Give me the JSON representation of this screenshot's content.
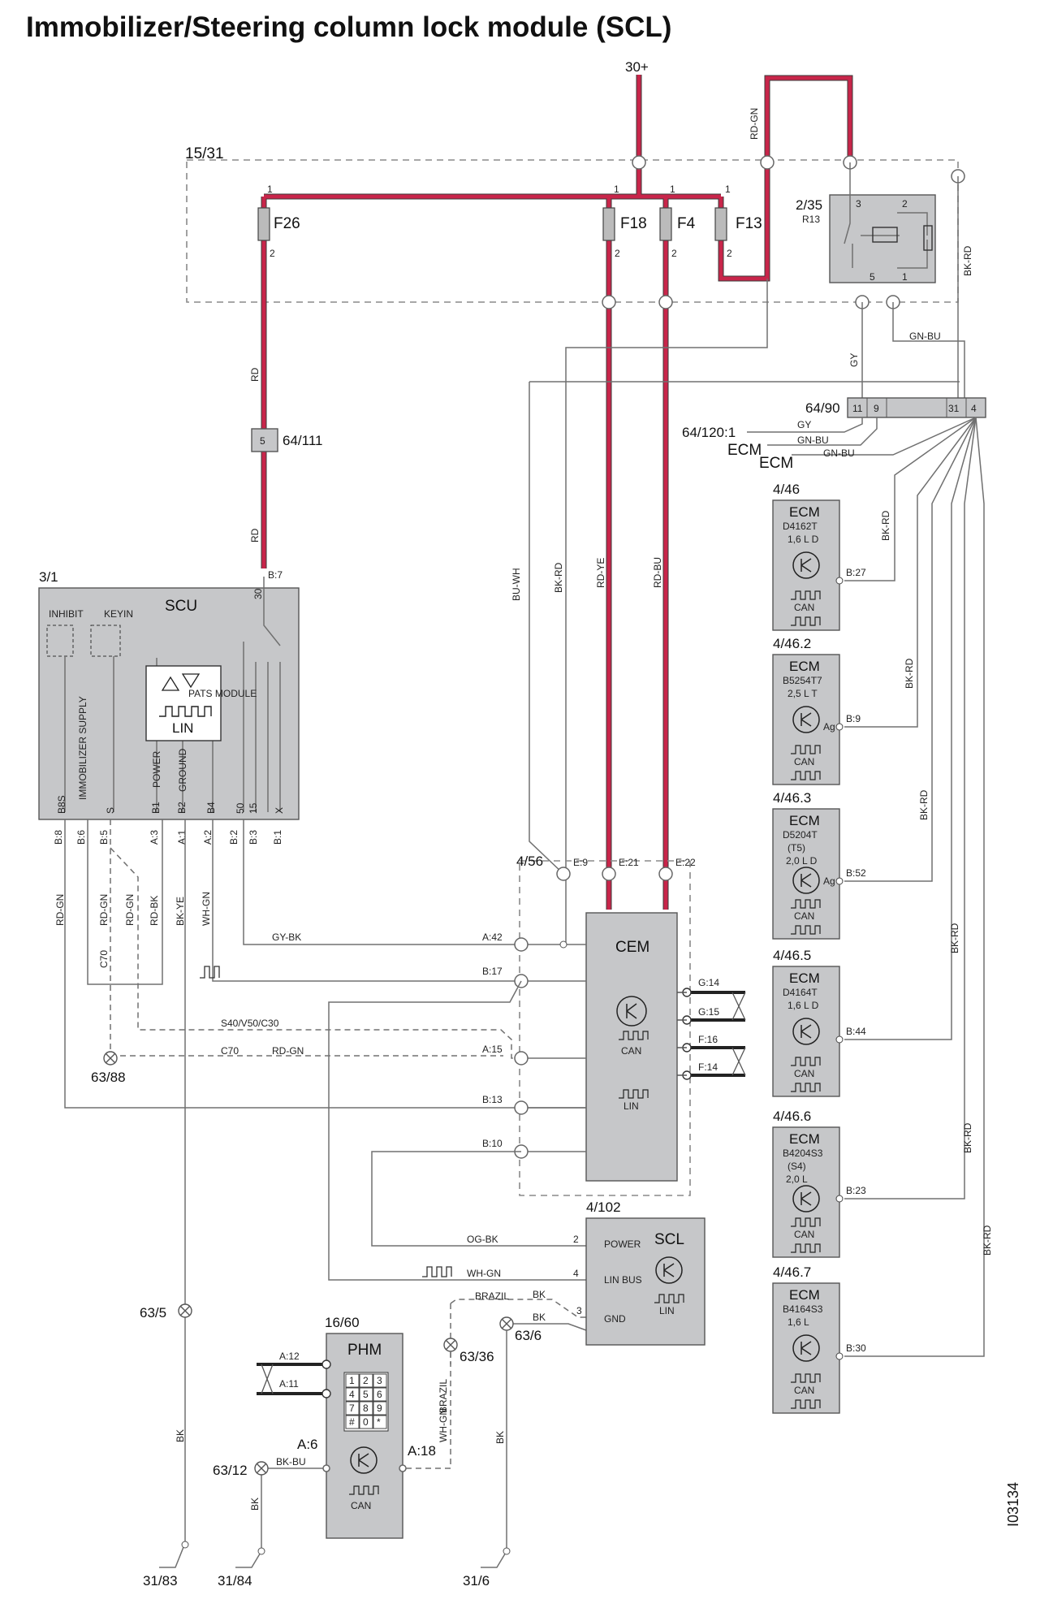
{
  "title": "Immobilizer/Steering column lock module (SCL)",
  "doc_ref": "I03134",
  "supply": {
    "b30": "30+",
    "b1531": "15/31"
  },
  "fuses": [
    {
      "name": "F26",
      "pin_in": "1",
      "pin_out": "2"
    },
    {
      "name": "F18",
      "pin_in": "1",
      "pin_out": "2"
    },
    {
      "name": "F4",
      "pin_in": "1",
      "pin_out": "2"
    },
    {
      "name": "F13",
      "pin_in": "1",
      "pin_out": "2"
    }
  ],
  "relay": {
    "id": "2/35",
    "name": "R13",
    "pins": [
      "3",
      "2",
      "5",
      "1"
    ]
  },
  "connector_6490": {
    "id": "64/90",
    "pins": [
      "11",
      "9",
      "31",
      "4"
    ]
  },
  "connector_64111": {
    "id": "64/111",
    "pin": "5"
  },
  "ecm_refs": {
    "ref": "64/120:1",
    "ecm1": "ECM",
    "ecm2": "ECM"
  },
  "scu": {
    "id": "3/1",
    "name": "SCU",
    "pin_top": "B:7",
    "pin30": "30",
    "labels": [
      "INHIBIT",
      "KEY",
      "IN"
    ],
    "module_label": "PATS MODULE",
    "lin": "LIN",
    "vertical": [
      "IMMOBILIZER SUPPLY",
      "POWER",
      "GROUND"
    ],
    "pins_inner": [
      "B8S",
      "S",
      "B1",
      "B2",
      "B4",
      "50",
      "15",
      "X"
    ],
    "pins": [
      "B:8",
      "B:6",
      "B:5",
      "A:3",
      "A:1",
      "A:2",
      "B:2",
      "B:3",
      "B:1"
    ]
  },
  "wire_labels": {
    "rd1": "RD",
    "rd2": "RD",
    "rdgn_top": "RD-GN",
    "gy": "GY",
    "gnbu": "GN-BU",
    "bkrd_top": "BK-RD",
    "gy2": "GY",
    "gnbu2": "GN-BU",
    "gnbu3": "GN-BU",
    "buwh": "BU-WH",
    "bkrd_mid": "BK-RD",
    "rdye": "RD-YE",
    "rdbu": "RD-BU",
    "rdgn_l": "RD-GN",
    "rdgn2": "RD-GN",
    "rdgn3": "RD-GN",
    "rdbk": "RD-BK",
    "bkye": "BK-YE",
    "whgn": "WH-GN",
    "c70": "C70",
    "gybk": "GY-BK",
    "s40": "S40/V50/C30",
    "c70b": "C70",
    "rdgn4": "RD-GN",
    "ogbk": "OG-BK",
    "whgn2": "WH-GN",
    "brazil": "BRAZIL",
    "bk1": "BK",
    "bk2": "BK",
    "brazil2": "BRAZIL",
    "whgn3": "WH-GN",
    "bk3": "BK",
    "bk4": "BK",
    "bkbu": "BK-BU",
    "bk5": "BK",
    "ecm_bkrd1": "BK-RD",
    "ecm_bkrd2": "BK-RD",
    "ecm_bkrd3": "BK-RD",
    "ecm_bkrd4": "BK-RD",
    "ecm_bkrd5": "BK-RD",
    "ecm_bkrd6": "BK-RD"
  },
  "cem": {
    "id": "4/56",
    "name": "CEM",
    "can": "CAN",
    "lin": "LIN",
    "top_pins": [
      "E:9",
      "E:21",
      "E:22"
    ],
    "left_pins": [
      "A:42",
      "B:17",
      "A:15",
      "B:13",
      "B:10"
    ],
    "right_pins": [
      "G:14",
      "G:15",
      "F:16",
      "F:14"
    ]
  },
  "scl": {
    "id": "4/102",
    "name": "SCL",
    "lin": "LIN",
    "pins": [
      {
        "n": "2",
        "l": "POWER"
      },
      {
        "n": "4",
        "l": "LIN BUS"
      },
      {
        "n": "3",
        "l": "GND"
      }
    ]
  },
  "phm": {
    "id": "16/60",
    "name": "PHM",
    "can": "CAN",
    "keys": [
      "1",
      "2",
      "3",
      "4",
      "5",
      "6",
      "7",
      "8",
      "9",
      "#",
      "0",
      "*"
    ],
    "pins": [
      "A:12",
      "A:11",
      "A:6",
      "A:18"
    ]
  },
  "ecms": [
    {
      "id": "4/46",
      "name": "ECM",
      "l1": "D4162T",
      "l2": "1,6 L D",
      "l3": "",
      "pin": "B:27",
      "ag": "",
      "can": "CAN"
    },
    {
      "id": "4/46.2",
      "name": "ECM",
      "l1": "B5254T7",
      "l2": "2,5 L T",
      "l3": "",
      "pin": "B:9",
      "ag": "Ag",
      "can": "CAN"
    },
    {
      "id": "4/46.3",
      "name": "ECM",
      "l1": "D5204T",
      "l2": "(T5)",
      "l3": "2,0 L D",
      "pin": "B:52",
      "ag": "Ag",
      "can": "CAN"
    },
    {
      "id": "4/46.5",
      "name": "ECM",
      "l1": "D4164T",
      "l2": "1,6 L D",
      "l3": "",
      "pin": "B:44",
      "ag": "",
      "can": "CAN"
    },
    {
      "id": "4/46.6",
      "name": "ECM",
      "l1": "B4204S3",
      "l2": "(S4)",
      "l3": "2,0 L",
      "pin": "B:23",
      "ag": "",
      "can": "CAN"
    },
    {
      "id": "4/46.7",
      "name": "ECM",
      "l1": "B4164S3",
      "l2": "1,6 L",
      "l3": "",
      "pin": "B:30",
      "ag": "",
      "can": "CAN"
    }
  ],
  "grounds": [
    "63/88",
    "63/5",
    "63/36",
    "63/6",
    "63/12",
    "31/83",
    "31/84",
    "31/6"
  ]
}
